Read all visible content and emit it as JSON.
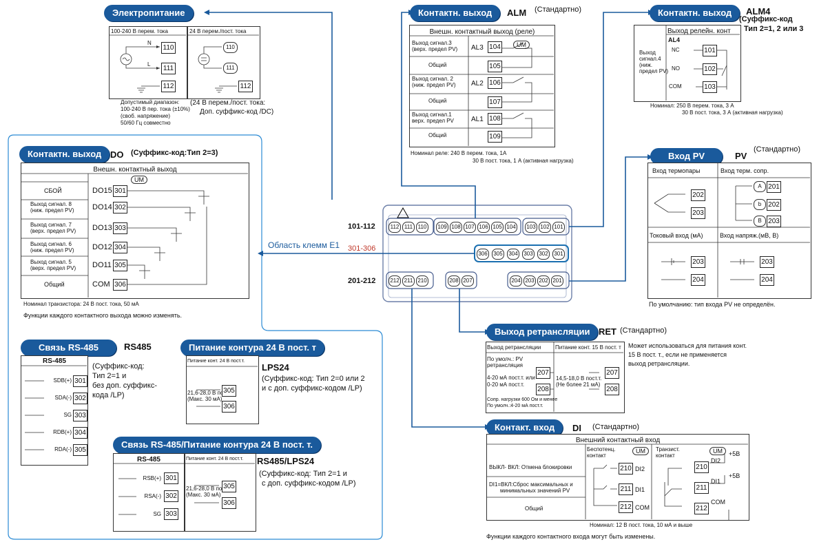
{
  "power": {
    "tag": "Электропитание",
    "col1_header": "100-240 В перем. тока",
    "col2_header": "24 В перем./пост. тока",
    "terminals": [
      "110",
      "111",
      "112"
    ],
    "n_label": "N",
    "l_label": "L",
    "note1": "Допустимый диапазон:",
    "note2": "100-240 В пер. тока (±10%)",
    "note3": "(своб. напряжение)",
    "note4": "50/60 Гц совместно",
    "note5": "(24 В перем./пост. тока:",
    "note6": "Доп. суффикс-код /DC)"
  },
  "alm": {
    "tag": "Контактн. выход",
    "code": "ALM",
    "std": "(Стандартно)",
    "header": "Внешн. контактный выход (реле)",
    "um": "UM",
    "rows": [
      {
        "label1": "Выход сигнал.3",
        "label2": "(верх. предел PV)",
        "al": "AL3",
        "t": "104"
      },
      {
        "label1": "Общий",
        "label2": "",
        "al": "",
        "t": "105"
      },
      {
        "label1": "Выход сигнал. 2",
        "label2": "(ниж. предел PV)",
        "al": "AL2",
        "t": "106"
      },
      {
        "label1": "Общий",
        "label2": "",
        "al": "",
        "t": "107"
      },
      {
        "label1": "Выход сигнал.1",
        "label2": "верх. предел PV",
        "al": "AL1",
        "t": "108"
      },
      {
        "label1": "Общий",
        "label2": "",
        "al": "",
        "t": "109"
      }
    ],
    "rating1": "Номинал реле: 240 В перем. тока, 1А",
    "rating2": "30 В пост. тока, 1 А (активная нагрузка)"
  },
  "alm4": {
    "tag": "Контактн. выход",
    "code": "ALM4",
    "suffix1": "(Суффикс-код",
    "suffix2": "Тип 2=1, 2 или 3",
    "header": "Выход релейн. конт",
    "al4": "AL4",
    "sig1": "Выход",
    "sig2": "сигнал.4",
    "sig3": "(ниж.",
    "sig4": "предел PV)",
    "nc": "NC",
    "no": "NO",
    "com": "COM",
    "terminals": [
      "101",
      "102",
      "103"
    ],
    "rating1": "Номинал: 250 В перем. тока, 3 А",
    "rating2": "30 В пост. тока, 3 А (активная нагрузка)"
  },
  "pv": {
    "tag": "Вход PV",
    "code": "PV",
    "std": "(Стандартно)",
    "tc": "Вход термопары",
    "rtd": "Вход терм. сопр.",
    "ma": "Токовый вход (мА)",
    "mv": "Вход напряж.(мВ, В)",
    "a": "A",
    "b": "b",
    "B": "B",
    "tc_t": [
      "202",
      "203"
    ],
    "rtd_t": [
      "201",
      "202",
      "203"
    ],
    "ma_t": [
      "203",
      "204"
    ],
    "mv_t": [
      "203",
      "204"
    ],
    "default": "По умолчанию: тип входа PV не определён."
  },
  "do": {
    "tag": "Контактн. выход",
    "code": "DO",
    "suffix": "(Суффикс-код:Тип 2=3)",
    "header": "Внешн. контактный выход",
    "um": "UM",
    "rows": [
      {
        "l1": "СБОЙ",
        "l2": "",
        "d": "DO15",
        "t": "301"
      },
      {
        "l1": "Выход сигнал. 8",
        "l2": "(ниж. предел PV)",
        "d": "DO14",
        "t": "302"
      },
      {
        "l1": "Выход сигнал. 7",
        "l2": "(верх. предел PV)",
        "d": "DO13",
        "t": "303"
      },
      {
        "l1": "Выход сигнал. 6",
        "l2": "(ниж. предел PV)",
        "d": "DO12",
        "t": "304"
      },
      {
        "l1": "Выход сигнал. 5",
        "l2": "(верх. предел PV)",
        "d": "DO11",
        "t": "305"
      },
      {
        "l1": "Общий",
        "l2": "",
        "d": "COM",
        "t": "306"
      }
    ],
    "rating": "Номинал транзистора: 24 В пост. тока, 50 мА",
    "note": "Функции каждого контактного выхода можно изменять."
  },
  "area": {
    "label": "Область клемм E1",
    "row1": "101-112",
    "row2": "301-306",
    "row3": "201-212",
    "r1": [
      "112",
      "111",
      "110",
      "109",
      "108",
      "107",
      "106",
      "105",
      "104",
      "103",
      "102",
      "101"
    ],
    "r2": [
      "306",
      "305",
      "304",
      "303",
      "302",
      "301"
    ],
    "r3a": [
      "212",
      "211",
      "210"
    ],
    "r3b": [
      "208",
      "207"
    ],
    "r3c": [
      "204",
      "203",
      "202",
      "201"
    ]
  },
  "rs485": {
    "tag": "Связь RS-485",
    "code": "RS485",
    "header": "RS-485",
    "s1": "(Суффикс-код:",
    "s2": "Тип 2=1 и",
    "s3": "без доп. суффикс-",
    "s4": "кода /LP)",
    "rows": [
      {
        "l": "SDB(+)",
        "t": "301"
      },
      {
        "l": "SDA(-)",
        "t": "302"
      },
      {
        "l": "SG",
        "t": "303"
      },
      {
        "l": "RDB(+)",
        "t": "304"
      },
      {
        "l": "RDA(-)",
        "t": "305"
      }
    ]
  },
  "lps": {
    "tag": "Питание контура 24 В пост. т",
    "code": "LPS24",
    "header": "Питание конт. 24 В пост.т.",
    "v1": "21,6-28,0 В пост.т.",
    "v2": "(Макс. 30 мА)",
    "s1": "(Суффикс-код: Тип 2=0 или 2",
    "s2": "и с доп. суффикс-кодом /LP)",
    "t": [
      "305",
      "306"
    ]
  },
  "rslps": {
    "tag": "Связь RS-485/Питание контура 24 В пост. т.",
    "code": "RS485/LPS24",
    "h1": "RS-485",
    "h2": "Питание конт. 24 В пост.т.",
    "s1": "(Суффикс-код: Тип 2=1 и",
    "s2": "с доп. суффикс-кодом /LP)",
    "rows": [
      {
        "l": "RSB(+)",
        "t": "301"
      },
      {
        "l": "RSA(-)",
        "t": "302"
      },
      {
        "l": "SG",
        "t": "303"
      }
    ],
    "v1": "21,6-28,0 В пост.т.",
    "v2": "(Макс. 30 мА)",
    "t": [
      "305",
      "306"
    ]
  },
  "ret": {
    "tag": "Выход ретрансляции",
    "code": "RET",
    "std": "(Стандартно)",
    "h1": "Выход ретрансляции",
    "h2": "Питание конт. 15 В пост. т",
    "l1": "По умолч.: PV",
    "l2": "ретрансляция",
    "l3": "4-20 мА пост.т. или",
    "l4": "0-20 мА пост.т.",
    "l5": "Сопр. нагрузки 600 Ом и менее",
    "l6": "По умолч.:4-20 мА пост.т.",
    "v1": "14,5-18,0 В пост.т.",
    "v2": "(Не более 21 мА)",
    "t": [
      "207",
      "208"
    ],
    "note1": "Может использоваться для питания конт.",
    "note2": "15 В пост. т., если не применяется",
    "note3": "выход ретрансляции."
  },
  "di": {
    "tag": "Контакт. вход",
    "code": "DI",
    "std": "(Стандартно)",
    "header": "Внешний контактный вход",
    "h1": "Беспотенц.",
    "h1b": "контакт",
    "h2": "Транзист.",
    "h2b": "контакт",
    "um": "UM",
    "r1": "ВЫКЛ- ВКЛ: Отмена блокировки",
    "r2a": "DI1=ВКЛ:Сброс максимальных и",
    "r2b": "минимальных значений PV",
    "r3": "Общий",
    "di2": "DI2",
    "di1": "DI1",
    "com": "COM",
    "v5": "+5В",
    "t": [
      "210",
      "211",
      "212"
    ],
    "rating": "Номинал: 12 В пост. тока, 10 мА и выше",
    "note": "Функции каждого контактного входа могут быть изменены."
  }
}
